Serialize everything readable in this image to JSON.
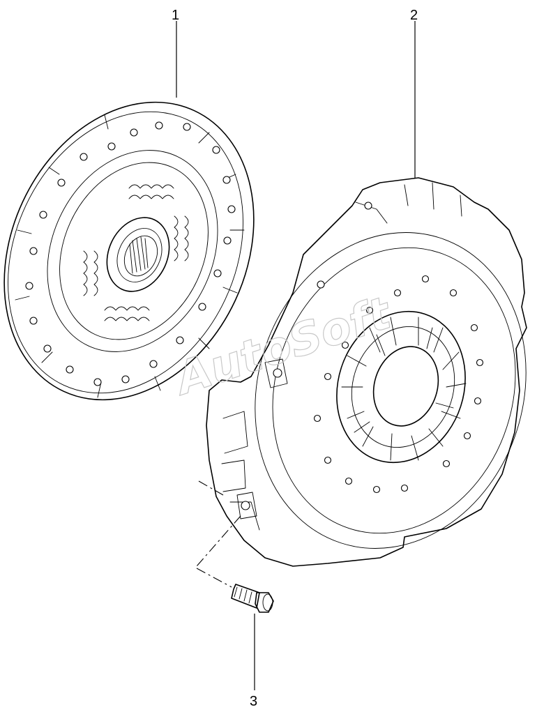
{
  "diagram": {
    "callouts": [
      {
        "id": "1"
      },
      {
        "id": "2"
      },
      {
        "id": "3"
      }
    ],
    "watermark": "AutoSoft",
    "stroke_color": "#000000",
    "background_color": "#ffffff"
  }
}
